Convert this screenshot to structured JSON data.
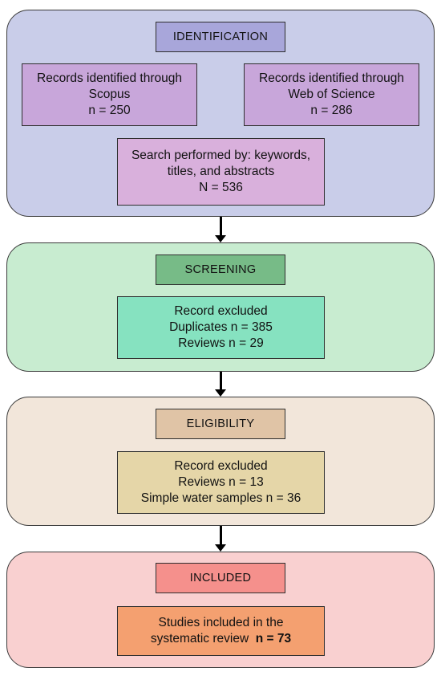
{
  "identification": {
    "header": "IDENTIFICATION",
    "scopus": {
      "line1": "Records identified through",
      "line2": "Scopus",
      "line3": "n = 250"
    },
    "wos": {
      "line1": "Records identified through",
      "line2": "Web of Science",
      "line3": "n = 286"
    },
    "search": {
      "line1": "Search performed by: keywords,",
      "line2": "titles, and abstracts",
      "line3": "N = 536"
    }
  },
  "screening": {
    "header": "SCREENING",
    "line1": "Record excluded",
    "line2": "Duplicates n = 385",
    "line3": "Reviews n = 29"
  },
  "eligibility": {
    "header": "ELIGIBILITY",
    "line1": "Record excluded",
    "line2": "Reviews n = 13",
    "line3": "Simple water samples n = 36"
  },
  "included": {
    "header": "INCLUDED",
    "line1": "Studies included in the",
    "line2_prefix": "systematic review",
    "line2_value": "n = 73"
  },
  "colors": {
    "identification_panel": "#c9cde9",
    "identification_header": "#a8a6da",
    "identification_box": "#c8a6da",
    "search_box": "#d9b0dc",
    "screening_panel": "#c8ecd0",
    "screening_header": "#77bb87",
    "screening_box": "#86e2c0",
    "eligibility_panel": "#f2e6da",
    "eligibility_header": "#e0c4a6",
    "eligibility_box": "#e5d6a8",
    "included_panel": "#f9d0d0",
    "included_header": "#f5908c",
    "included_box": "#f4a070"
  }
}
